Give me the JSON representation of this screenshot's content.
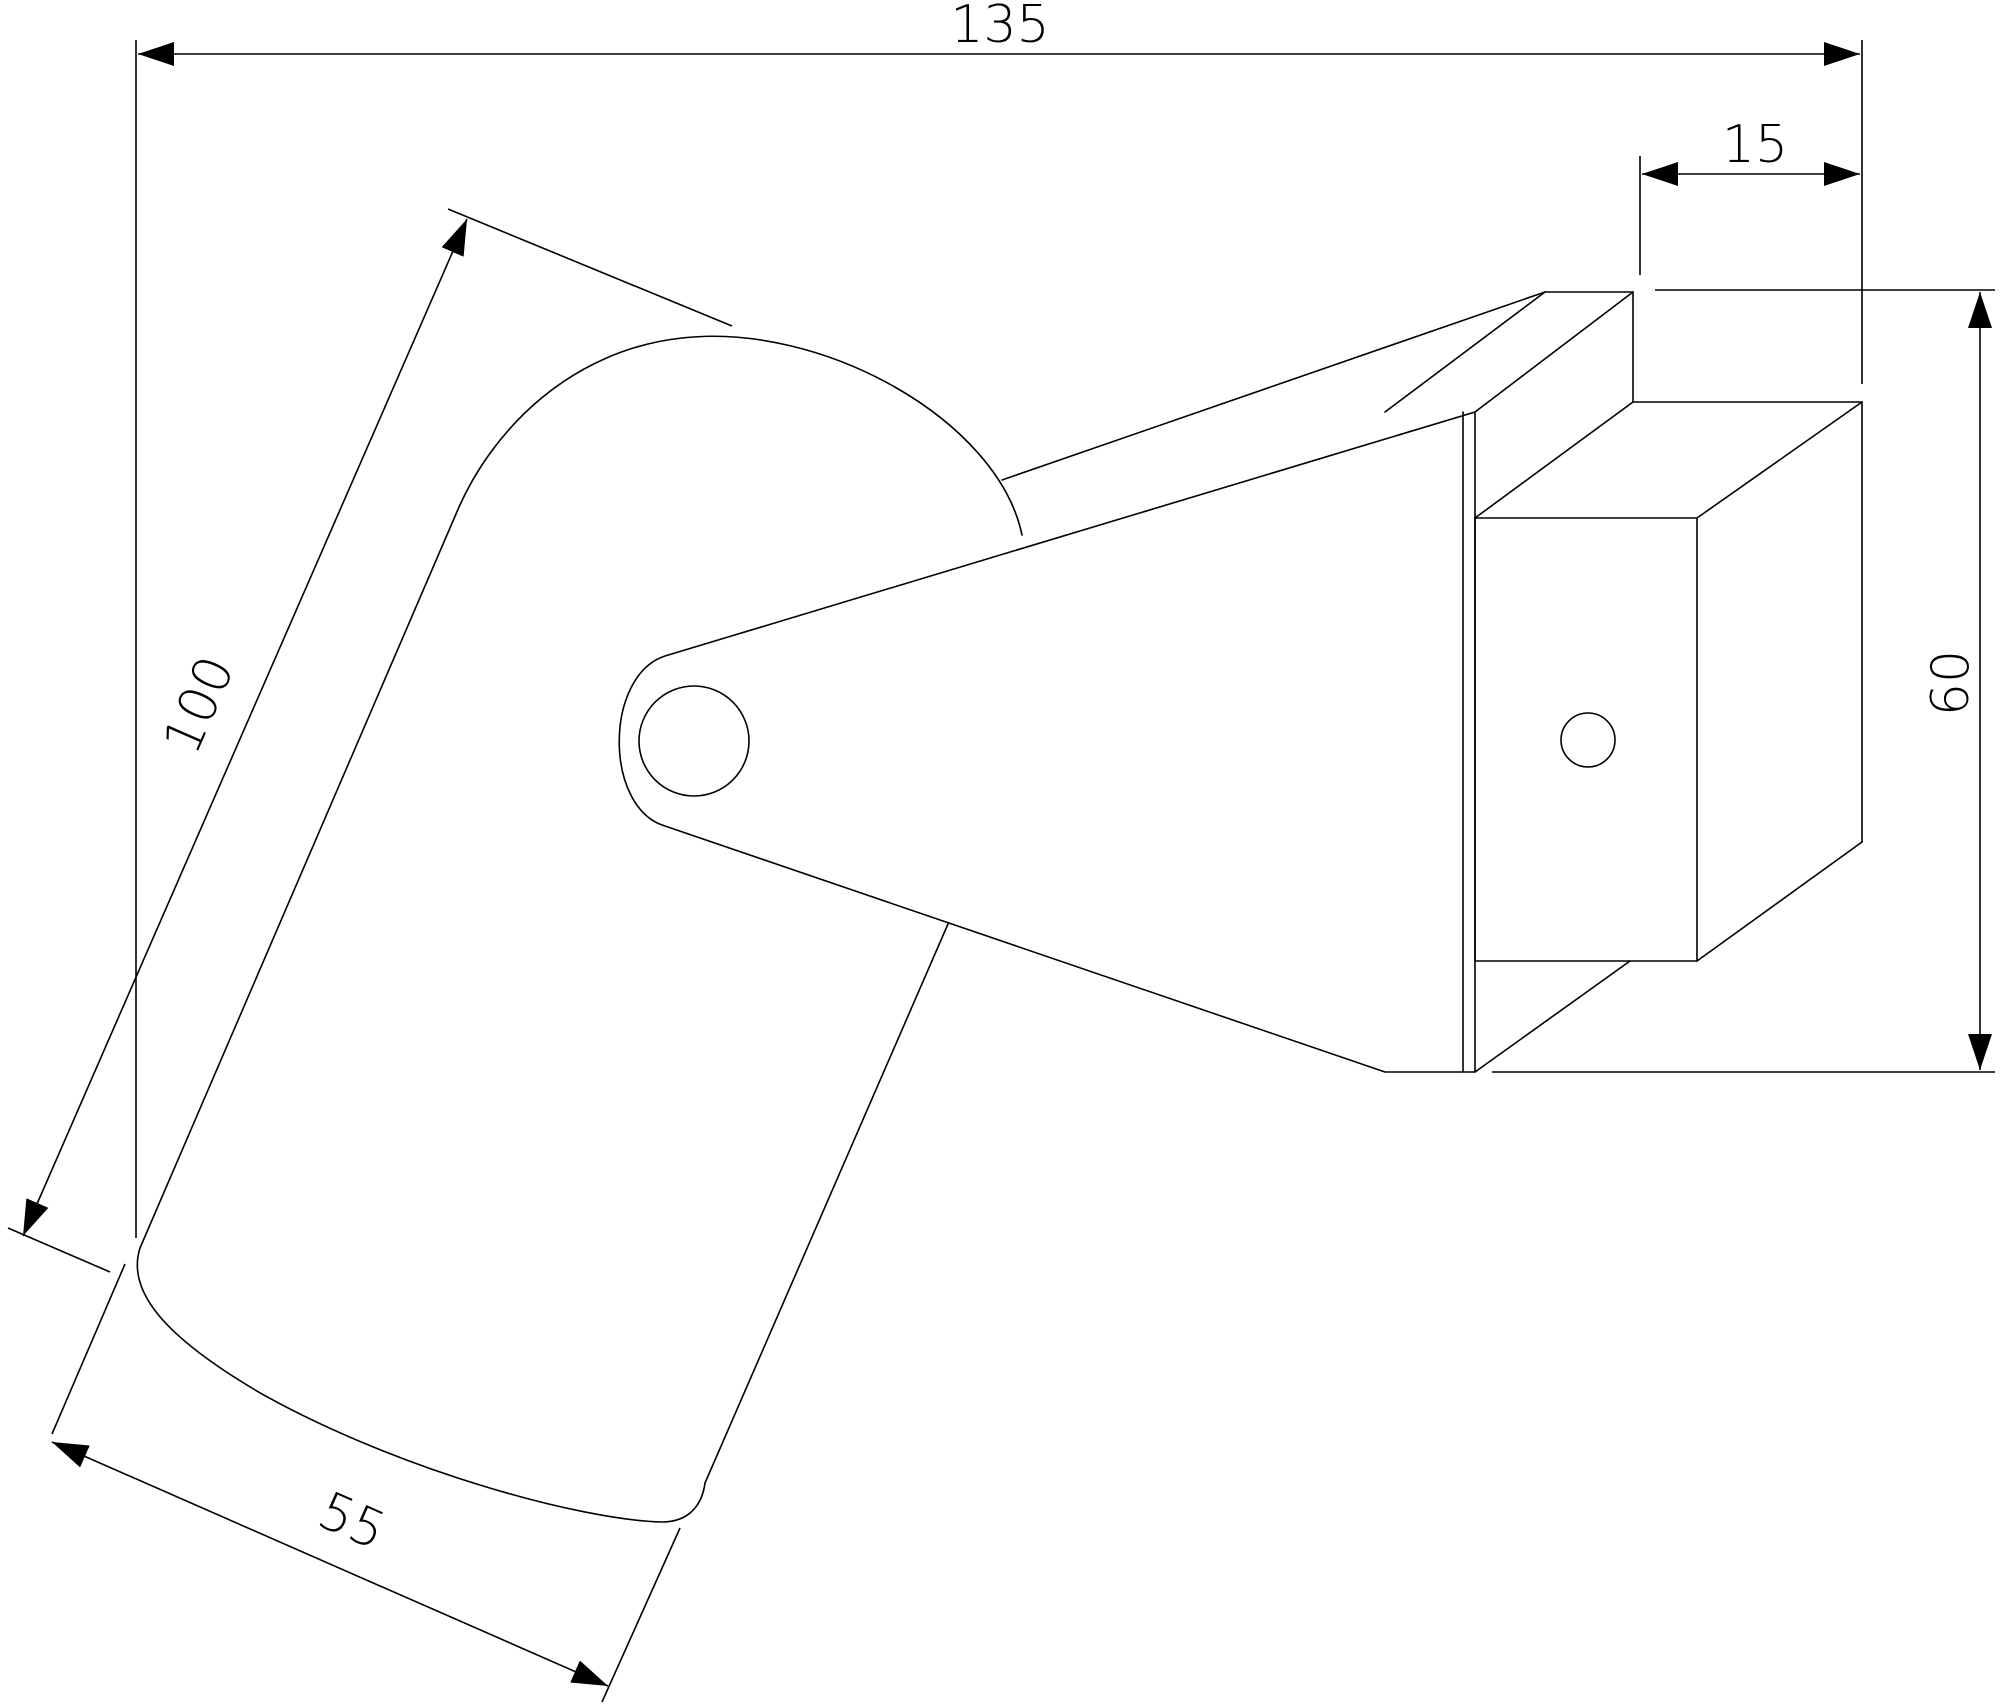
{
  "dimensions": {
    "overall_width": "135",
    "mount_depth": "15",
    "height": "60",
    "body_length": "100",
    "body_diameter": "55"
  }
}
